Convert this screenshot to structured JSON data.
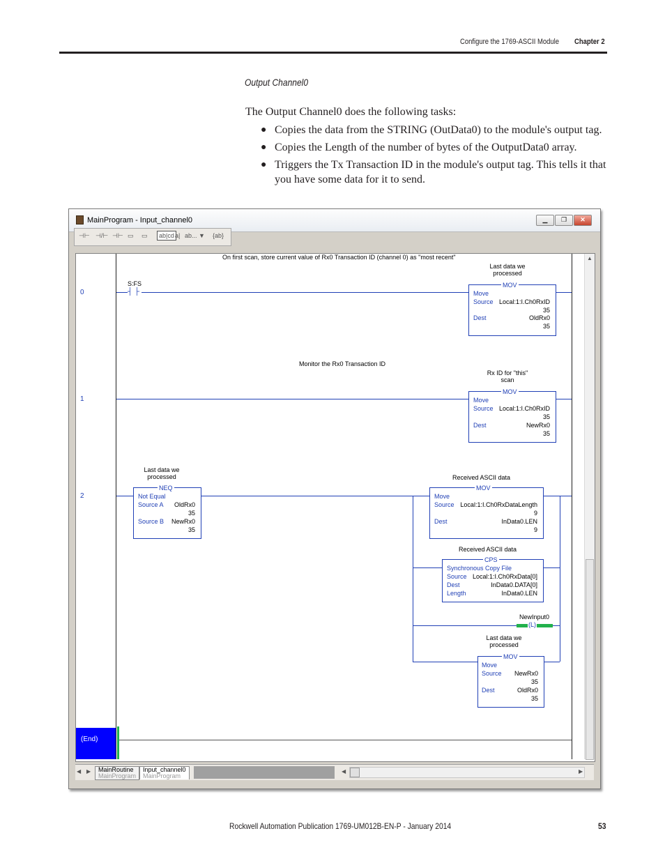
{
  "header": {
    "section": "Configure the 1769-ASCII Module",
    "chapter": "Chapter 2"
  },
  "section_title": "Output Channel0",
  "intro": "The Output Channel0 does the following tasks:",
  "tasks": [
    "Copies the data from the STRING (OutData0) to the module's output tag.",
    "Copies the Length of the number of bytes of the OutputData0 array.",
    "Triggers the Tx Transaction ID in the module's output tag. This tells it that you have some data for it to send."
  ],
  "window": {
    "title": "MainProgram - Input_channel0",
    "toolbar_glyphs": [
      "⊣⊢",
      "⊣/⊢",
      "⊣⊢",
      "▭",
      "▭",
      "ab|cd",
      "a|",
      "ab...",
      "▼",
      "{ab}"
    ],
    "rungs": [
      {
        "num": "0",
        "comment": "On first scan, store current value of Rx0 Transaction ID (channel 0) as \"most recent\"",
        "contact_tag": "S:FS",
        "instr_desc": [
          "Last data we",
          "processed"
        ],
        "instr": {
          "mnemonic": "MOV",
          "name": "Move",
          "src_label": "Source",
          "src": "Local:1:I.Ch0RxID",
          "src_val": "35",
          "dest_label": "Dest",
          "dest": "OldRx0",
          "dest_val": "35"
        }
      },
      {
        "num": "1",
        "comment": "Monitor the Rx0 Transaction ID",
        "instr_desc": [
          "Rx ID for \"this\"",
          "scan"
        ],
        "instr": {
          "mnemonic": "MOV",
          "name": "Move",
          "src_label": "Source",
          "src": "Local:1:I.Ch0RxID",
          "src_val": "35",
          "dest_label": "Dest",
          "dest": "NewRx0",
          "dest_val": "35"
        }
      },
      {
        "num": "2",
        "neq_desc": [
          "Last data we",
          "processed"
        ],
        "neq": {
          "mnemonic": "NEQ",
          "name": "Not Equal",
          "a_label": "Source A",
          "a": "OldRx0",
          "a_val": "35",
          "b_label": "Source B",
          "b": "NewRx0",
          "b_val": "35"
        },
        "mov1_desc": "Received ASCII data",
        "mov1": {
          "mnemonic": "MOV",
          "name": "Move",
          "src_label": "Source",
          "src": "Local:1:I.Ch0RxDataLength",
          "src_val": "9",
          "dest_label": "Dest",
          "dest": "InData0.LEN",
          "dest_val": "9"
        },
        "cps_desc": "Received ASCII data",
        "cps": {
          "mnemonic": "CPS",
          "name": "Synchronous Copy File",
          "src_label": "Source",
          "src": "Local:1:I.Ch0RxData[0]",
          "dest_label": "Dest",
          "dest": "InData0.DATA[0]",
          "len_label": "Length",
          "len": "InData0.LEN"
        },
        "coil_tag": "NewInput0",
        "coil_symbol": "(L)",
        "mov2_desc": [
          "Last data we",
          "processed"
        ],
        "mov2": {
          "mnemonic": "MOV",
          "name": "Move",
          "src_label": "Source",
          "src": "NewRx0",
          "src_val": "35",
          "dest_label": "Dest",
          "dest": "OldRx0",
          "dest_val": "35"
        }
      }
    ],
    "end_label": "(End)",
    "tabs": [
      {
        "label": "MainRoutine",
        "sub": "MainProgram"
      },
      {
        "label": "Input_channel0",
        "sub": "MainProgram"
      }
    ]
  },
  "footer": {
    "publication": "Rockwell Automation Publication 1769-UM012B-EN-P - January 2014",
    "page": "53"
  }
}
